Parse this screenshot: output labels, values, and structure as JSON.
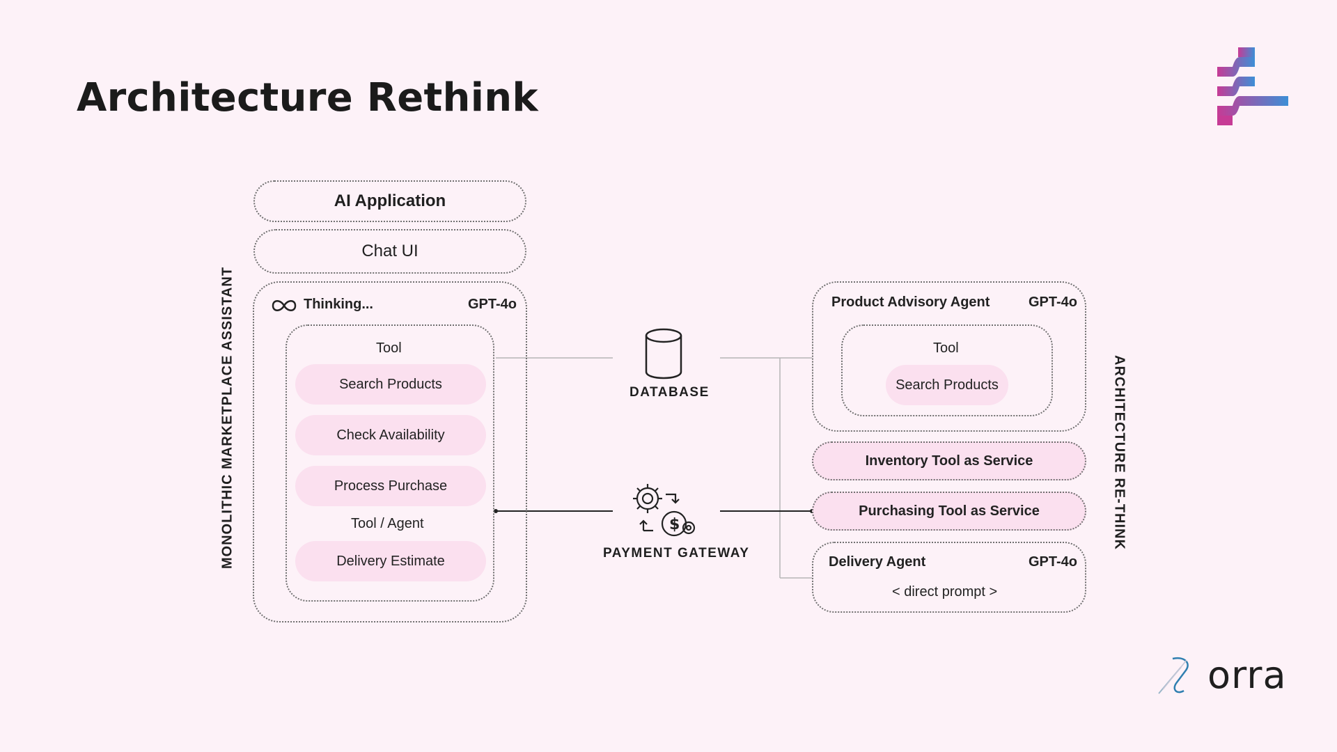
{
  "title": "Architecture Rethink",
  "brand": {
    "name": "orra",
    "mark_icon": "orra-link-icon",
    "logo_icon": "stacked-bars-logo-icon"
  },
  "colors": {
    "background": "#fdf2f8",
    "pill": "#fbe0ef",
    "border": "#6f6f6f",
    "logo_pink": "#c63b95",
    "logo_blue": "#3d8fd6"
  },
  "monolith": {
    "side_label": "MONOLITHIC MARKETPLACE ASSISTANT",
    "app_label": "AI Application",
    "chat_label": "Chat UI",
    "thinking_label": "Thinking...",
    "thinking_icon": "infinity-loop-icon",
    "model": "GPT-4o",
    "tool_label": "Tool",
    "tools": [
      "Search Products",
      "Check Availability",
      "Process Purchase"
    ],
    "agent_label": "Tool / Agent",
    "agent_item": "Delivery Estimate"
  },
  "center": {
    "database": {
      "label": "DATABASE",
      "icon": "database-cylinder-icon"
    },
    "payment": {
      "label": "PAYMENT GATEWAY",
      "icon": "gears-dollar-icon"
    }
  },
  "rethink": {
    "side_label": "ARCHITECTURE RE-THINK",
    "advisory": {
      "title": "Product Advisory Agent",
      "model": "GPT-4o",
      "tool_label": "Tool",
      "tool": "Search Products"
    },
    "inventory": "Inventory Tool as Service",
    "purchasing": "Purchasing Tool as Service",
    "delivery": {
      "title": "Delivery Agent",
      "model": "GPT-4o",
      "prompt": "< direct prompt >"
    }
  }
}
